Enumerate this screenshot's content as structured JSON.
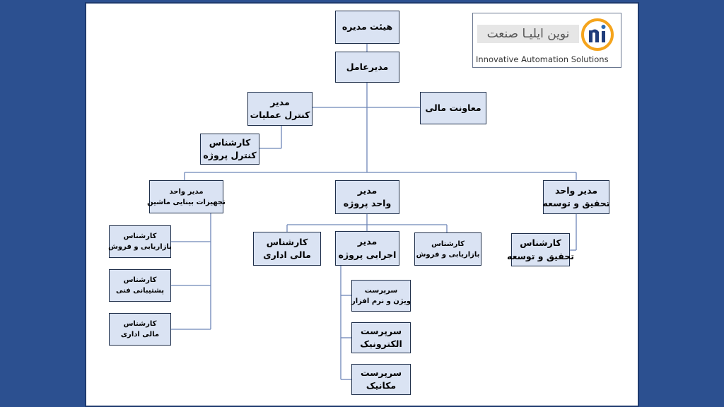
{
  "logo": {
    "company_fa": "نوین ایلیـا صنعت",
    "company_en": "Innovative Automation Solutions",
    "colors": {
      "ring": "#f5a41c",
      "letters": "#1f3c7a",
      "accent": "#2b6ab3"
    }
  },
  "colors": {
    "background": "#2c5090",
    "box_fill": "#dae3f3",
    "box_border": "#1f2f4a",
    "connector": "#6e86b8"
  },
  "nodes": {
    "board": {
      "lines": [
        "هیئت مدیره"
      ]
    },
    "ceo": {
      "lines": [
        "مدیرعامل"
      ]
    },
    "ops_manager": {
      "lines": [
        "مدیر",
        "کنترل عملیات"
      ]
    },
    "finance_deputy": {
      "lines": [
        "معاونت مالی"
      ]
    },
    "project_control": {
      "lines": [
        "کارشناس",
        "کنترل پروژه"
      ]
    },
    "vision_unit": {
      "lines": [
        "مدیر واحد",
        "تجهیزات بینایی ماشین"
      ]
    },
    "project_unit": {
      "lines": [
        "مدیر",
        "واحد پروژه"
      ]
    },
    "rd_unit": {
      "lines": [
        "مدیر واحد",
        "تحقیق و توسعه"
      ]
    },
    "vision_sales": {
      "lines": [
        "کارشناس",
        "بازاریابی و فروش"
      ]
    },
    "vision_support": {
      "lines": [
        "کارشناس",
        "پشتیبانی فنی"
      ]
    },
    "vision_admin": {
      "lines": [
        "کارشناس",
        "مالی اداری"
      ]
    },
    "proj_admin": {
      "lines": [
        "کارشناس",
        "مالی اداری"
      ]
    },
    "proj_exec": {
      "lines": [
        "مدیر",
        "اجرایی پروژه"
      ]
    },
    "proj_sales": {
      "lines": [
        "کارشناس",
        "بازاریابی و فروش"
      ]
    },
    "rd_expert": {
      "lines": [
        "کارشناس",
        "تحقیق و توسعه"
      ]
    },
    "sup_vision_sw": {
      "lines": [
        "سرپرست",
        "ویژن و نرم افزار"
      ]
    },
    "sup_electronics": {
      "lines": [
        "سرپرست",
        "الکترونیک"
      ]
    },
    "sup_mechanics": {
      "lines": [
        "سرپرست",
        "مکانیک"
      ]
    }
  }
}
